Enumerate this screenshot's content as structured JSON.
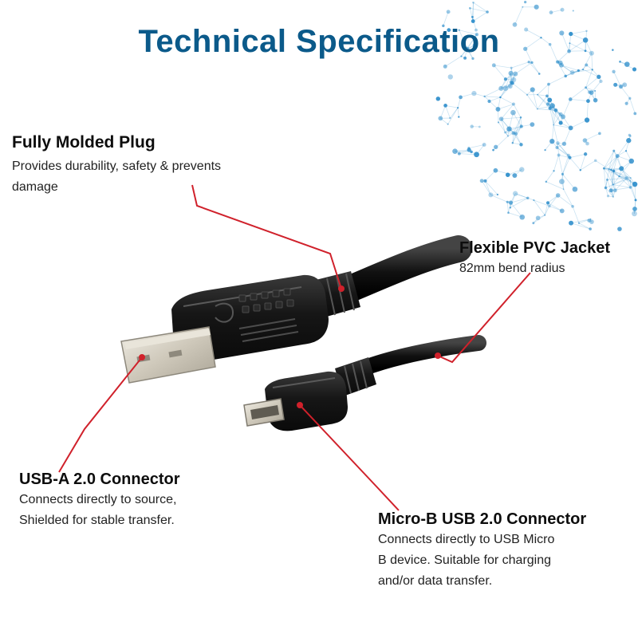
{
  "title": "Technical Specification",
  "colors": {
    "title": "#0b5a8a",
    "callout_line": "#d0212b",
    "cable_body": "#1b1b1b",
    "plug_metal": "#d9d4c8",
    "network_dots": "#2e8ecb"
  },
  "callouts": {
    "molded_plug": {
      "heading": "Fully Molded Plug",
      "lines": [
        "Provides durability, safety & prevents",
        "damage"
      ]
    },
    "pvc_jacket": {
      "heading": "Flexible PVC Jacket",
      "lines": [
        "82mm bend radius"
      ]
    },
    "usb_a": {
      "heading": "USB-A 2.0 Connector",
      "lines": [
        "Connects directly to source,",
        "Shielded for stable transfer."
      ]
    },
    "micro_b": {
      "heading": "Micro-B USB 2.0 Connector",
      "lines": [
        "Connects directly to USB Micro",
        "B device. Suitable for charging",
        "and/or data transfer."
      ]
    }
  },
  "icons": {
    "background": "network-globe-icon",
    "product": "usb-cable-image"
  }
}
